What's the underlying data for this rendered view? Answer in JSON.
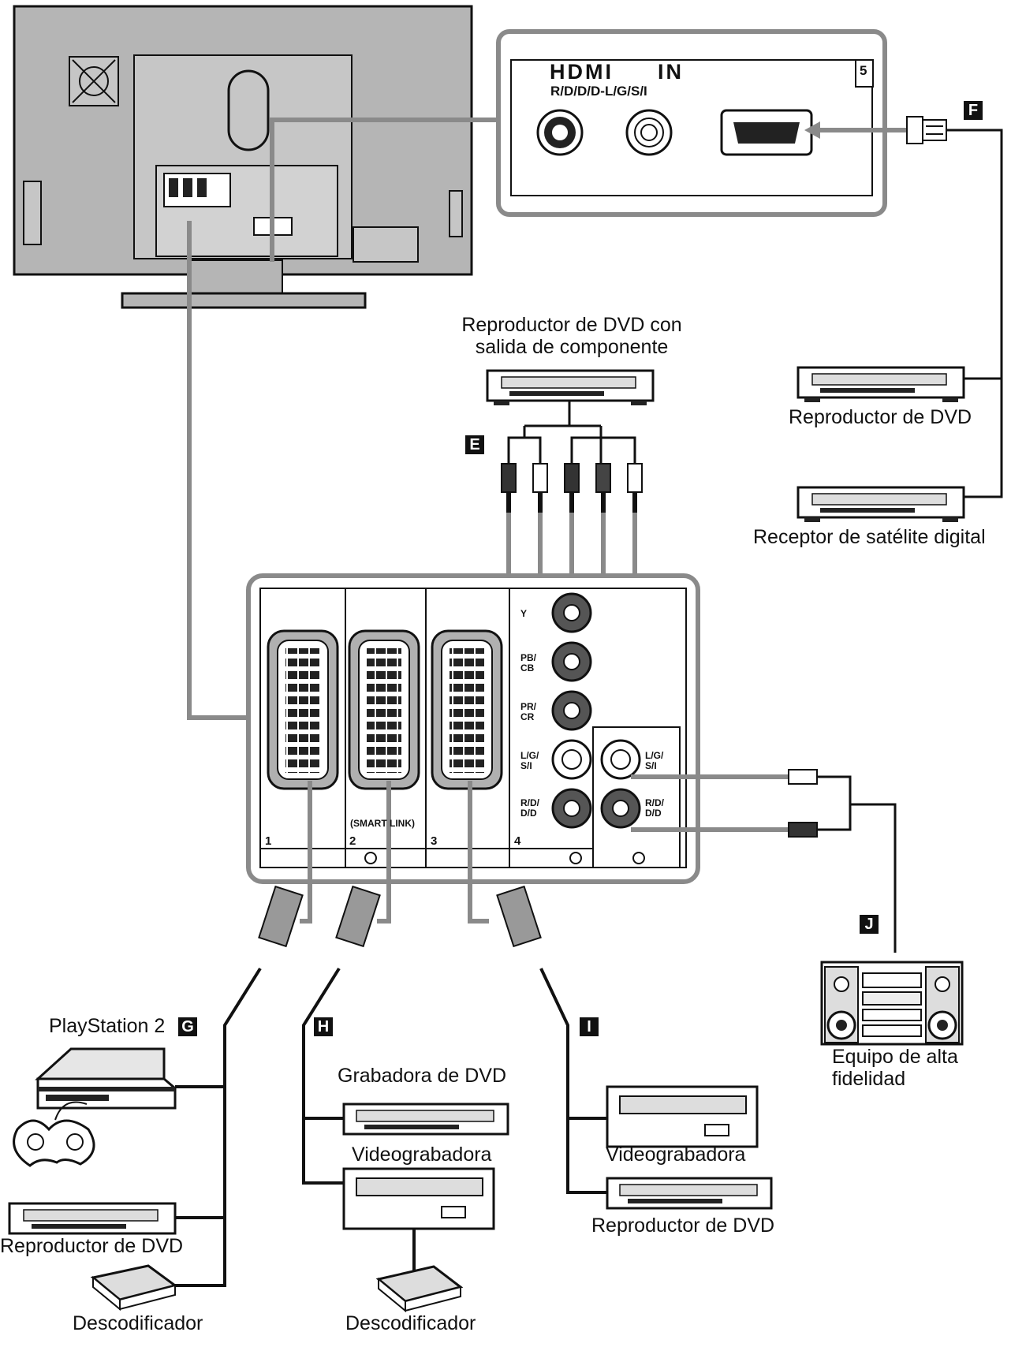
{
  "hdmi_panel": {
    "logo": "HDMI",
    "in": "IN",
    "port_number": "5",
    "audio_label": "R/D/D/D-L/G/S/I"
  },
  "badges": {
    "e": "E",
    "f": "F",
    "g": "G",
    "h": "H",
    "i": "I",
    "j": "J"
  },
  "devices": {
    "dvd_component": "Reproductor de DVD con\nsalida de componente",
    "dvd_hdmi": "Reproductor de DVD",
    "sat_receiver": "Receptor de satélite digital",
    "playstation": "PlayStation 2",
    "dvd_g": "Reproductor de DVD",
    "decoder_g": "Descodificador",
    "dvd_recorder": "Grabadora de DVD",
    "vcr_h": "Videograbadora",
    "decoder_h": "Descodificador",
    "vcr_i": "Videograbadora",
    "dvd_i": "Reproductor de DVD",
    "hifi": "Equipo de alta\nfidelidad"
  },
  "rear_panel": {
    "y": "Y",
    "pb": "PB/\nCB",
    "pr": "PR/\nCR",
    "lgsi_4": "L/G/\nS/I",
    "rdd_4": "R/D/\nD/D",
    "lgsi_out": "L/G/\nS/I",
    "rdd_out": "R/D/\nD/D",
    "smartlink": "(SMART LINK)",
    "n1": "1",
    "n2": "2",
    "n3": "3",
    "n4": "4"
  },
  "colors": {
    "line": "#111111",
    "gray_cable": "#8a8a8a",
    "panel_fill": "#bdbdbd"
  }
}
